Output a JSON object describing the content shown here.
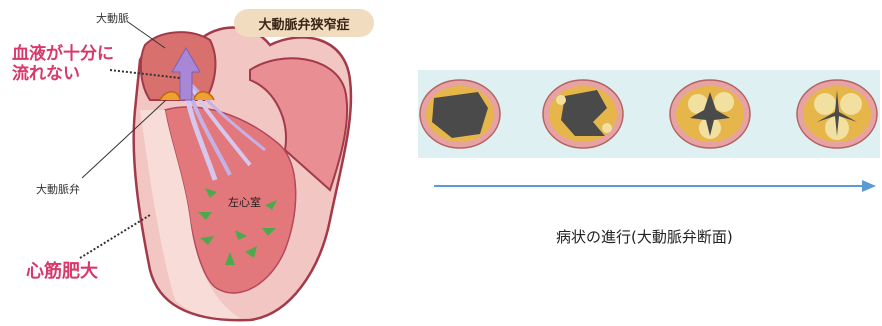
{
  "left_figure": {
    "title": "大動脈弁狭窄症",
    "labels": {
      "aorta": "大動脈",
      "insufficient_flow_line1": "血液が十分に",
      "insufficient_flow_line2": "流れない",
      "aortic_valve": "大動脈弁",
      "left_ventricle": "左心室",
      "hypertrophy": "心筋肥大"
    }
  },
  "right_figure": {
    "stages": [
      "stage-1",
      "stage-2",
      "stage-3",
      "stage-4"
    ],
    "caption": "病状の進行(大動脈弁断面)",
    "colors": {
      "panel": "#dff0f2",
      "arrow": "#5b9bd5",
      "ring_outer": "#e7a3a3",
      "ring_inner": "#e6b64a",
      "opening": "#4a4a4a",
      "calcification": "#f2e0a0"
    }
  },
  "colors": {
    "heart_light": "#f6d7d3",
    "heart_mid": "#ec9ea0",
    "heart_dark": "#a33a4a",
    "flow_arrow": "#b79bd8",
    "pink_text": "#d9386b",
    "muscle_arrow": "#4caa4c"
  }
}
